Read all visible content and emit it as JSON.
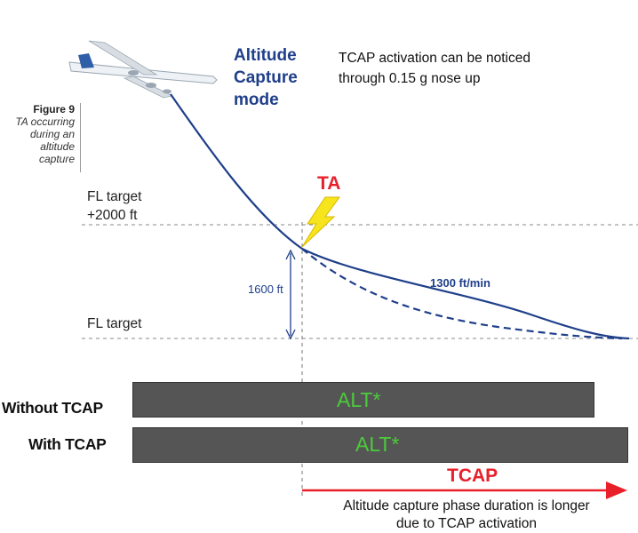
{
  "figure": {
    "number": "Figure 9",
    "caption_lines": [
      "TA occurring",
      "during an",
      "altitude",
      "capture"
    ]
  },
  "mode_title_lines": [
    "Altitude",
    "Capture",
    "mode"
  ],
  "tcap_note_lines": [
    "TCAP activation can be noticed",
    "through 0.15 g nose up"
  ],
  "levels": {
    "fl_plus_lines": [
      "FL target",
      "+2000 ft"
    ],
    "fl_target": "FL target"
  },
  "ta_label": "TA",
  "altitude_difference": "1600 ft",
  "vertical_speed": "1300 ft/min",
  "rows": [
    {
      "label": "Without TCAP",
      "mode": "ALT*"
    },
    {
      "label": "With TCAP",
      "mode": "ALT*"
    }
  ],
  "tcap_arrow_label": "TCAP",
  "duration_note_lines": [
    "Altitude capture phase duration is longer",
    "due to TCAP activation"
  ],
  "colors": {
    "navy": "#1f3f8a",
    "red": "#e8202a",
    "bar": "#555555",
    "mode_text": "#4ccb3c",
    "bolt": "#f6e51c"
  }
}
